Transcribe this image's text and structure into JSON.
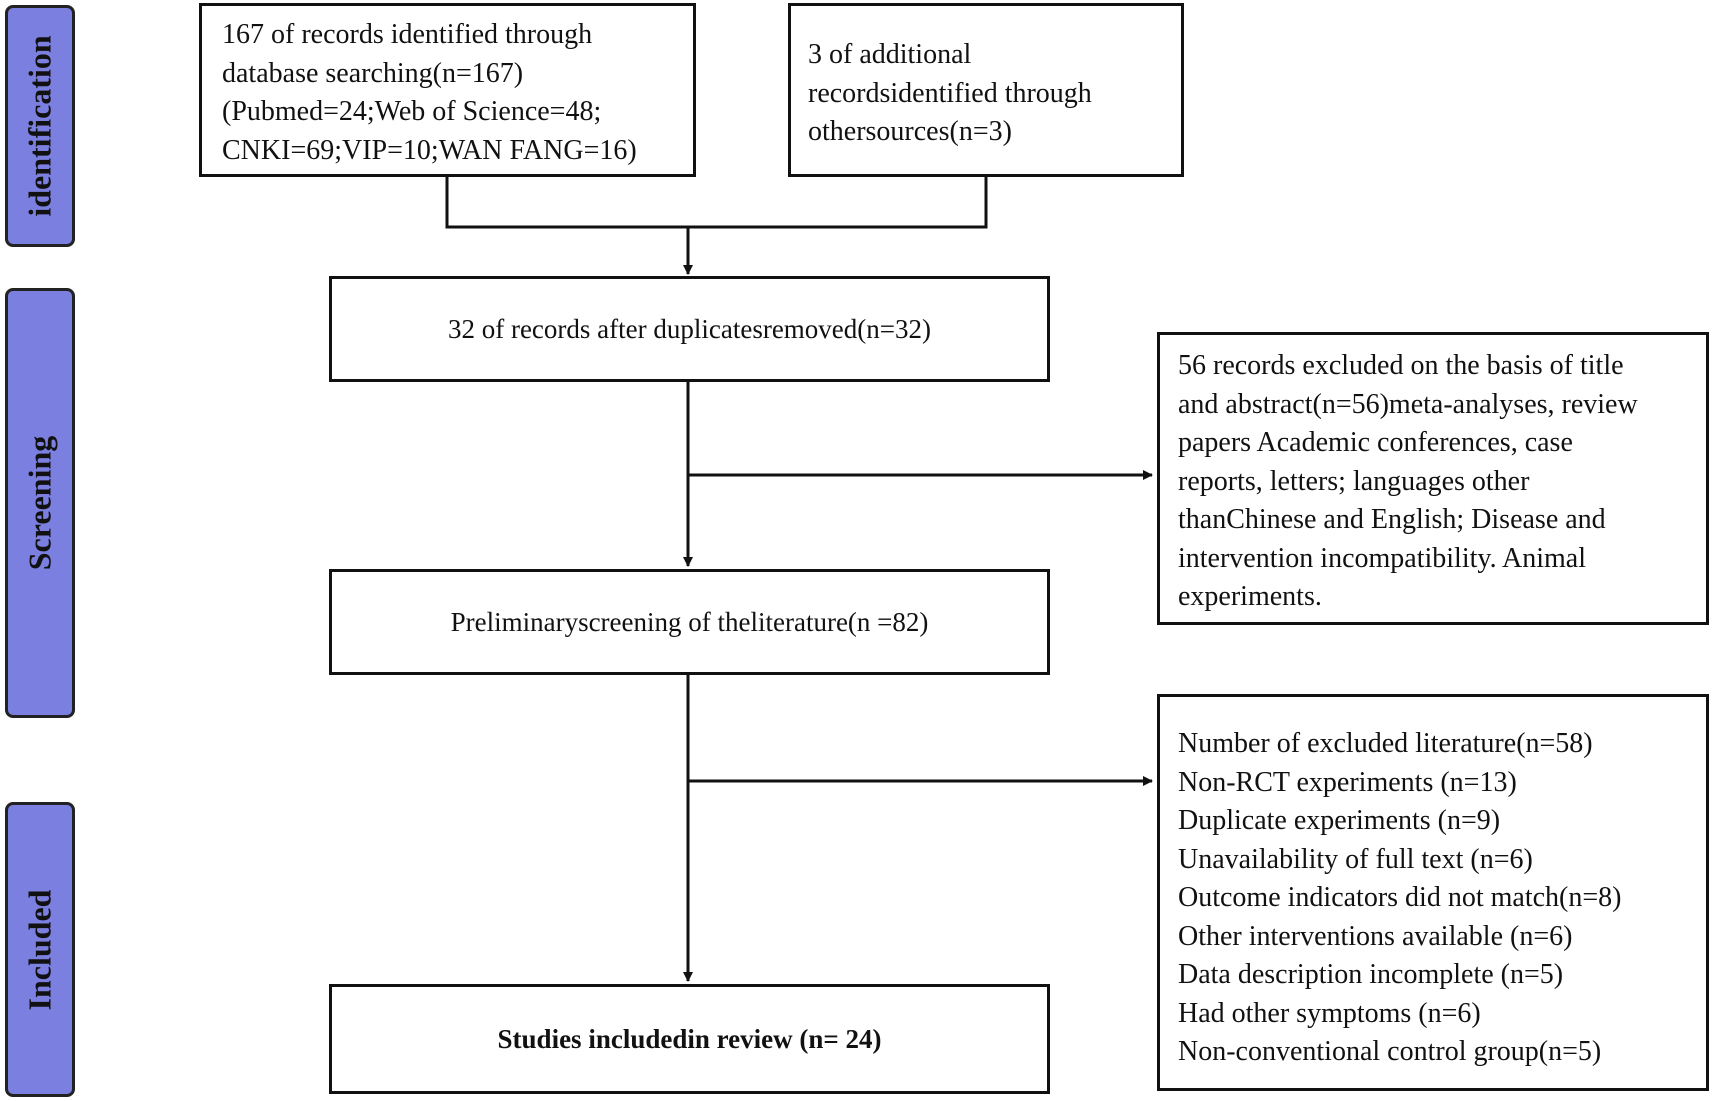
{
  "stages": {
    "identification": "identification",
    "screening": "Screening",
    "included": "Included"
  },
  "boxes": {
    "database_search": {
      "lines": [
        "167 of records identified through",
        "database searching(n=167)",
        "(Pubmed=24;Web of Science=48;",
        "CNKI=69;VIP=10;WAN FANG=16)"
      ]
    },
    "other_sources": {
      "lines": [
        "3 of additional",
        "recordsidentified through",
        "othersources(n=3)"
      ]
    },
    "after_duplicates": {
      "text": "32 of records after duplicatesremoved(n=32)"
    },
    "excluded_title_abstract": {
      "lines": [
        "56 records excluded on the basis of title",
        "and abstract(n=56)meta-analyses, review",
        "papers Academic conferences, case",
        "reports, letters; languages other",
        "thanChinese and English; Disease and",
        "intervention incompatibility. Animal",
        "experiments."
      ]
    },
    "preliminary_screening": {
      "text": "Preliminaryscreening of theliterature(n =82)"
    },
    "excluded_literature": {
      "lines": [
        "Number of excluded literature(n=58)",
        "Non-RCT experiments (n=13)",
        "Duplicate experiments (n=9)",
        "Unavailability of full text (n=6)",
        "Outcome indicators did not match(n=8)",
        "Other interventions available (n=6)",
        "Data description incomplete (n=5)",
        "Had other symptoms (n=6)",
        "Non-conventional control group(n=5)"
      ]
    },
    "studies_included": {
      "text": "Studies includedin review (n= 24)"
    }
  },
  "colors": {
    "stage_fill": "#7b7fe0",
    "line": "#111111"
  }
}
